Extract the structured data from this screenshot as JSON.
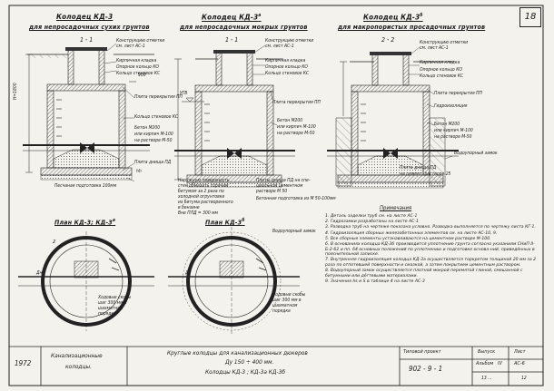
{
  "sheet_number": "18",
  "titles": {
    "kd3": "Колодец  КД-3",
    "kd3_sub": "для непросадочных сухих грунтов",
    "kd3a": "Колодец  КД-3",
    "kd3a_sup": "а",
    "kd3a_sub": "для непросадочных мокрых грунтов",
    "kd3b": "Колодец  КД-3",
    "kd3b_sup": "б",
    "kd3b_sub": "для макропористых просадочных грунтов"
  },
  "sections": {
    "s1": "1 - 1",
    "s1b": "1 - 1",
    "s2": "2 - 2"
  },
  "labels": {
    "konstr_otm_a": "Конструкцию отметки",
    "konstr_otm_b": "см. лист АС-1",
    "kirp_kladka": "Кирпичная кладка",
    "opor_kolco": "Опорное кольцо КО",
    "kolco_sten": "Кольцо стеновое КС",
    "plita_perekr": "Плита перекрытия ПП",
    "kolco_sten2": "Кольцо стеновое КС",
    "beton": "Бетон М200",
    "kirpich": "или кирпич М-100",
    "rastvor": "на растворе М-50",
    "plita_dn": "Плита днища ПД",
    "pesch_podg": "Песчаная подготовка 100мм",
    "ugv": "УГВ",
    "pesch_podg_50": "Бетонная подготовка из М 50-100мм",
    "gidroiz": "Гидроизоляция",
    "vodoupor": "Водоупорный замок",
    "cement": "на цемент. растворе 25",
    "plita_dn2": "Плита днища ПД",
    "zhir_a": "Наружную поверхность",
    "zhir_b": "стен обмазать горячим",
    "zhir_c": "битумом за 2 раза по",
    "zhir_d": "холодной огрунтовке",
    "zhir_e": "из битума растворенного",
    "zhir_f": "в бензине",
    "otm_dn": "Плиты днища ПД на спе-",
    "otm_dn2": "циальном цементном",
    "otm_dn3": "растворе М 50",
    "h1800": "Н=1800",
    "h900": "900",
    "hh": "hh",
    "razmer": "Вне ПЛД = 300 мм"
  },
  "plans": {
    "p1": "План  КД-3; КД-3",
    "p1_sup": "а",
    "p2": "План  КД-3",
    "p2_sup": "б",
    "vodoupor": "Водоупорный замок",
    "skoby_a": "Ходовые скобы",
    "skoby_b": "шаг 300 мм в",
    "skoby_c": "шахматном",
    "skoby_d": "порядке",
    "dn": "Дн",
    "dn2": "Ду"
  },
  "notes": {
    "heading": "Примечания",
    "items": [
      "1. Деталь заделки труб см. на листе АС-1",
      "2. Гидрозамки разработаны на листе АС-1",
      "3. Разводка труб на чертеже показана условно. Разводка выполняется по чертежу листа КГ-1.",
      "4. Гидроизоляция сборных железобетонных элементов см. на листе АС-10, 9.",
      "5. Все сборные элементы устанавливаются на цементном растворе М-100.",
      "6. В основаниях колодца КД-3б производится уплотнение грунта согласно указаниям СНиП II-Б-2-62 и пп. 64 основных положений по уплотнению и подготовке основа-ний, приведённых в пояснительной записке.",
      "7. Внутренняя гидроизоляция колодца КД-3а осуществляется торкретом толщиной 20 мм за 2 раза по отпотевшей поверхности и смазкой, а затем покрытием цементным раствором.",
      "8. Водоупорный замок осуществляется плотной мокрой перемятой глиной, смешанной с битумными или дёгтевыми материалами.",
      "9. Значения hs и S в таблице 4 на листе АС-3"
    ]
  },
  "title_block": {
    "year": "1972",
    "name_a": "Канализационные",
    "name_b": "колодцы.",
    "desc_a": "Круглые колодцы для канализационных дюкеров",
    "desc_b": "Ду 150 ÷ 400 мм.",
    "desc_c": "Колодцы   КД-3 ; КД-3а КД-3б",
    "project_label": "Типовой проект",
    "project_num": "902 - 9 - 1",
    "vyp_label": "Выпуск",
    "vyp_value": "Лист",
    "album": "Альбом",
    "album_value": "IV",
    "sheet_code": "АС-6",
    "bottom_code": "13 ...",
    "bottom_num": "12"
  }
}
